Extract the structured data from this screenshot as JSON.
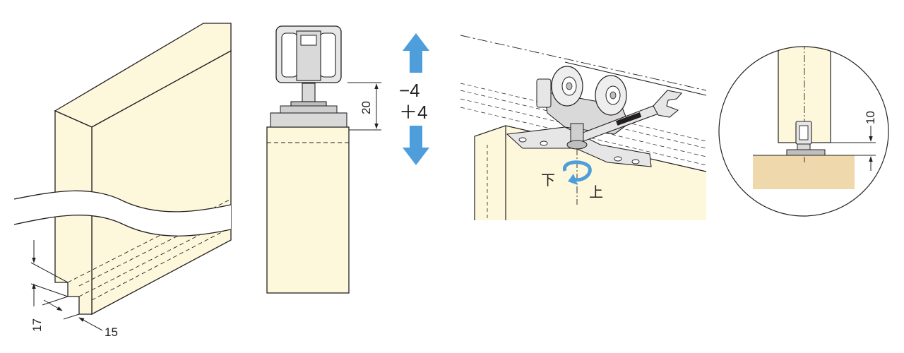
{
  "colors": {
    "panel": "#fdf8dc",
    "floor": "#f0d8ad",
    "line": "#231f20",
    "accent": "#4d9edb",
    "metal": "#d9d9d9"
  },
  "panel1": {
    "dim_height": "17",
    "dim_width": "15"
  },
  "panel2": {
    "dim_gap": "20",
    "adjust_minus": "−4",
    "adjust_plus": "＋4"
  },
  "panel3": {
    "label_down": "下",
    "label_up": "上"
  },
  "panel4": {
    "dim_clearance": "10"
  }
}
